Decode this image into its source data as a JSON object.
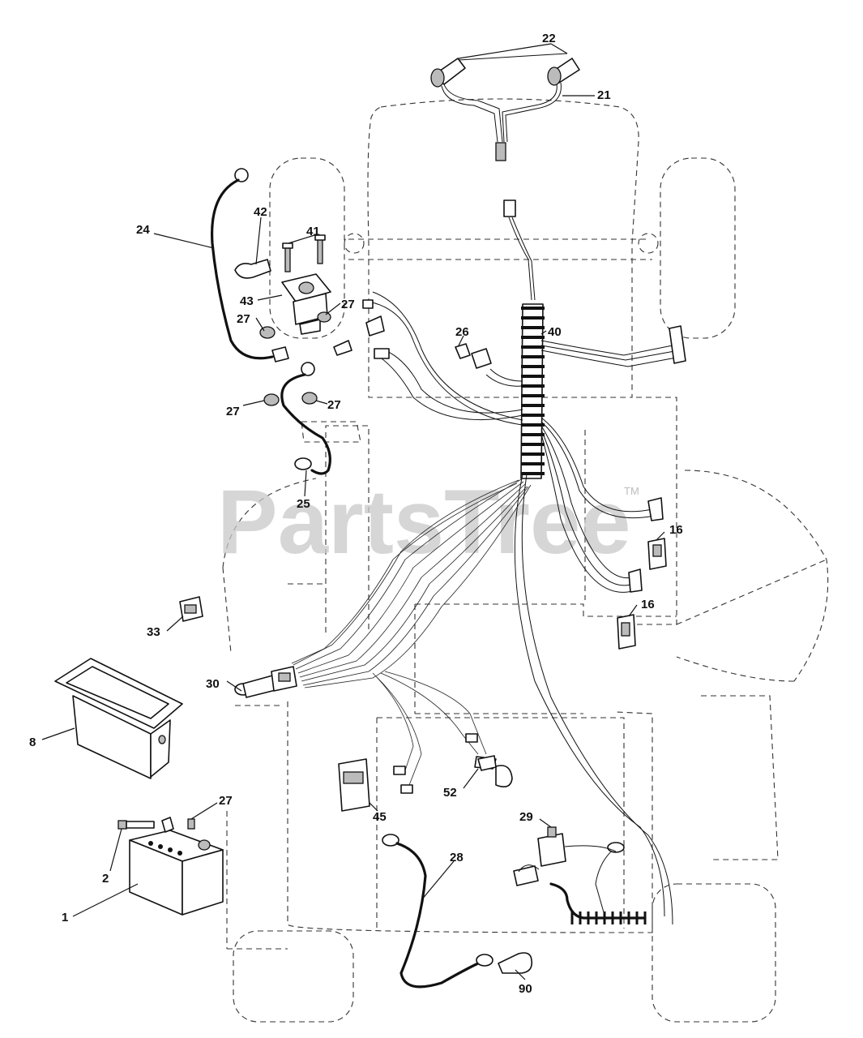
{
  "watermark": {
    "brand": "PartsTree",
    "mark": "TM"
  },
  "callouts": {
    "p1": "1",
    "p2": "2",
    "p8": "8",
    "p16a": "16",
    "p16b": "16",
    "p21": "21",
    "p22": "22",
    "p24": "24",
    "p25": "25",
    "p26": "26",
    "p27a": "27",
    "p27b": "27",
    "p27c": "27",
    "p27d": "27",
    "p27e": "27",
    "p28": "28",
    "p29": "29",
    "p30": "30",
    "p33": "33",
    "p40": "40",
    "p41": "41",
    "p42": "42",
    "p43": "43",
    "p45": "45",
    "p52": "52",
    "p90": "90"
  },
  "colors": {
    "line": "#111111",
    "watermark": "#c8c8c8",
    "background": "#ffffff"
  }
}
